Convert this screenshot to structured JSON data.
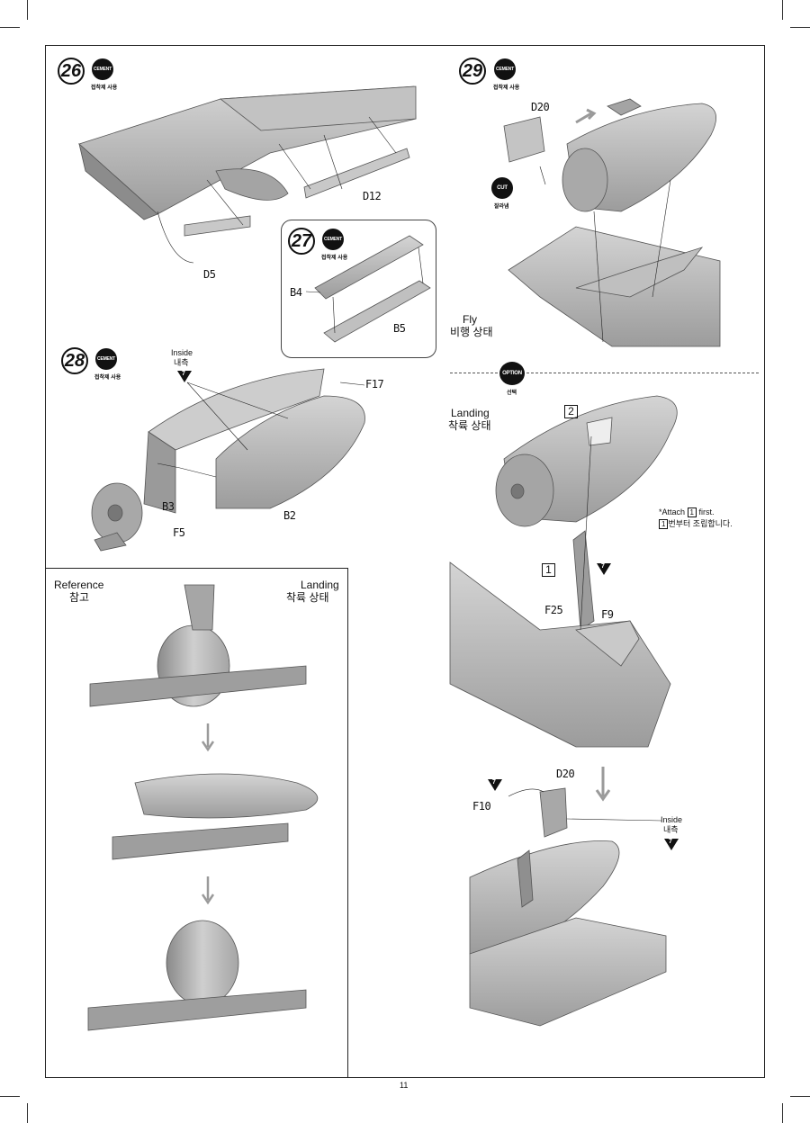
{
  "page_number": "11",
  "badges": {
    "cement": "CEMENT",
    "cement_sub": "접착제 사용",
    "cut": "CUT",
    "cut_sub": "잘라냄",
    "option": "OPTION",
    "option_sub": "선택"
  },
  "steps": {
    "s26": "26",
    "s27": "27",
    "s28": "28",
    "s29": "29"
  },
  "parts": {
    "d5": "D5",
    "d12": "D12",
    "b4": "B4",
    "b5": "B5",
    "f17": "F17",
    "b3": "B3",
    "f5": "F5",
    "b2": "B2",
    "d20": "D20",
    "d20b": "D20",
    "f25": "F25",
    "f9": "F9",
    "f10": "F10"
  },
  "labels": {
    "inside": "Inside",
    "inside_ko": "내측",
    "inside2": "Inside",
    "inside2_ko": "내측",
    "fly": "Fly",
    "fly_ko": "비행 상태",
    "landing": "Landing",
    "landing_ko": "착륙 상태",
    "ref": "Reference",
    "ref_ko": "참고",
    "ref_landing": "Landing",
    "ref_landing_ko": "착륙 상태",
    "attach_note": "*Attach",
    "attach_first": "first.",
    "attach_ko": "번부터 조립합니다.",
    "box1": "1",
    "box2": "2",
    "tri_num": "7"
  },
  "colors": {
    "part_fill": "#b9b9b9",
    "part_dark": "#8e8e8e",
    "part_light": "#d6d6d6",
    "arrow_gray": "#9a9a9a"
  }
}
